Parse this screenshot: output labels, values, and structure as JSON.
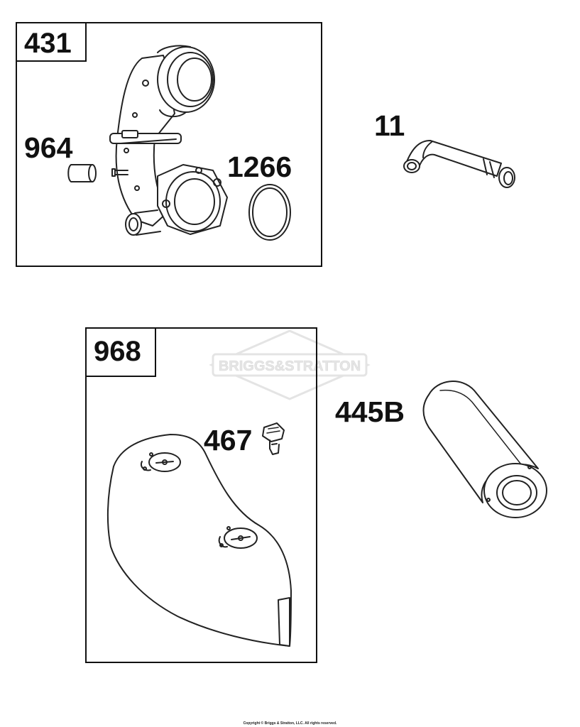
{
  "title": "Briggs & Stratton exploded parts diagram",
  "groups": [
    {
      "id": "431",
      "label": "431",
      "parts": [
        "964",
        "1266"
      ]
    },
    {
      "id": "968",
      "label": "968",
      "parts": [
        "467"
      ]
    }
  ],
  "parts": {
    "p431": "431",
    "p964": "964",
    "p1266": "1266",
    "p11": "11",
    "p968": "968",
    "p467": "467",
    "p445B": "445B"
  },
  "watermark": {
    "text": "BRIGGS&STRATTON",
    "color": "#d8d8d8"
  },
  "footer": {
    "copyright": "Copyright © Briggs & Stratton, LLC. All rights reserved."
  },
  "colors": {
    "line": "#222222",
    "fill": "#ffffff",
    "shade": "#d9d9d9"
  }
}
